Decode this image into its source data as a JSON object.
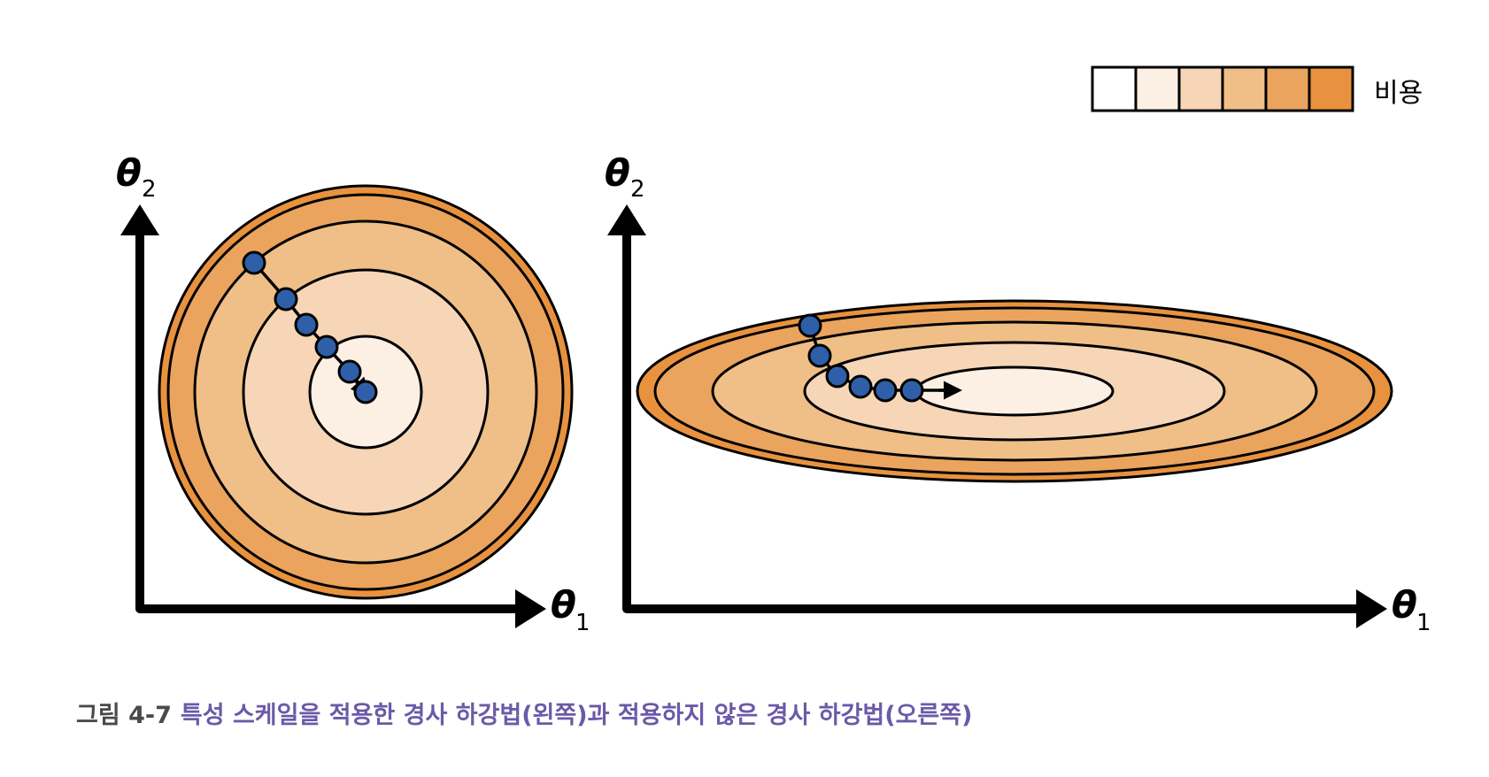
{
  "legend": {
    "label": "비용",
    "swatches": [
      "#ffffff",
      "#fcf0e4",
      "#f6d6b6",
      "#efbf87",
      "#eaa45e",
      "#e8923f"
    ]
  },
  "left_panel": {
    "x_axis_symbol": "θ",
    "x_axis_subscript": "1",
    "y_axis_symbol": "θ",
    "y_axis_subscript": "2"
  },
  "right_panel": {
    "x_axis_symbol": "θ",
    "x_axis_subscript": "1",
    "y_axis_symbol": "θ",
    "y_axis_subscript": "2"
  },
  "caption": {
    "number": "그림 4-7",
    "text": "특성 스케일을 적용한 경사 하강법(왼쪽)과 적용하지 않은 경사 하강법(오른쪽)"
  },
  "colors": {
    "point_fill": "#2f5fa8",
    "outline": "#000000"
  }
}
